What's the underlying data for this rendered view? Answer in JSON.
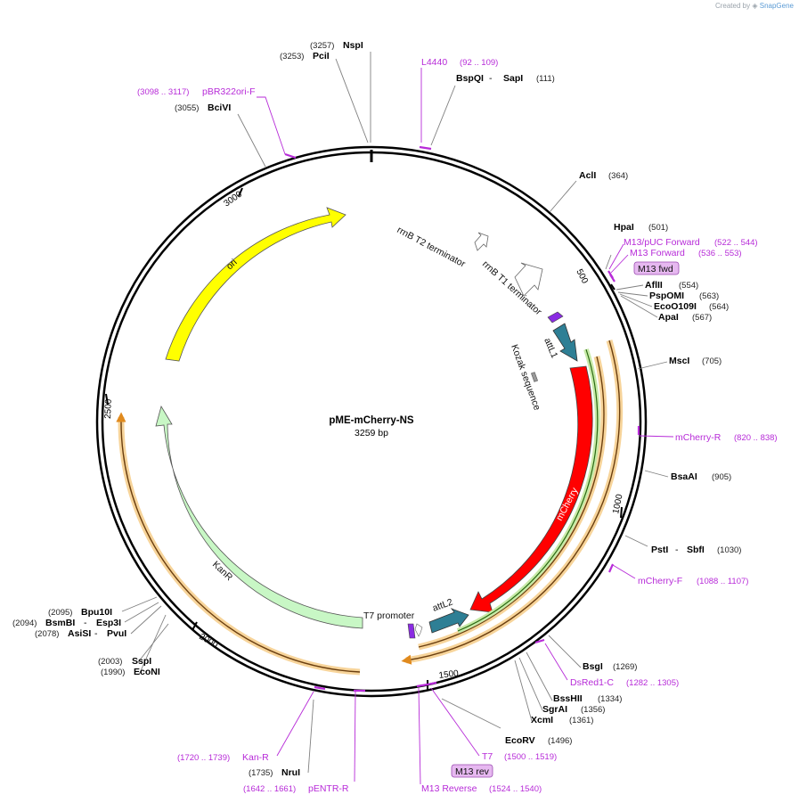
{
  "credit": {
    "prefix": "Created by",
    "brand": "SnapGene"
  },
  "plasmid": {
    "name": "pME-mCherry-NS",
    "length_label": "3259 bp"
  },
  "ticks": [
    "500",
    "1000",
    "1500",
    "2000",
    "2500",
    "3000"
  ],
  "features": {
    "ori": "ori",
    "kanr": "KanR",
    "mcherry": "mCherry",
    "attl1": "attL1",
    "attl2": "attL2",
    "kozak": "Kozak sequence",
    "rrnb_t2": "rrnB T2 terminator",
    "rrnb_t1": "rrnB T1 terminator",
    "t7_promoter": "T7 promoter"
  },
  "enzymes": [
    {
      "id": "nspi",
      "name": "NspI",
      "pos": "(3257)"
    },
    {
      "id": "pcii",
      "name": "PciI",
      "pos": "(3253)"
    },
    {
      "id": "bspqi",
      "name": "BspQI",
      "sep": " - ",
      "name2": "SapI",
      "pos": "(111)"
    },
    {
      "id": "bcivi",
      "name": "BciVI",
      "pos": "(3055)"
    },
    {
      "id": "acli",
      "name": "AclI",
      "pos": "(364)"
    },
    {
      "id": "hpai",
      "name": "HpaI",
      "pos": "(501)"
    },
    {
      "id": "aflii",
      "name": "AflII",
      "pos": "(554)"
    },
    {
      "id": "pspomi",
      "name": "PspOMI",
      "pos": "(563)"
    },
    {
      "id": "ecoo109i",
      "name": "EcoO109I",
      "pos": "(564)"
    },
    {
      "id": "apai",
      "name": "ApaI",
      "pos": "(567)"
    },
    {
      "id": "msci",
      "name": "MscI",
      "pos": "(705)"
    },
    {
      "id": "bsaai",
      "name": "BsaAI",
      "pos": "(905)"
    },
    {
      "id": "psti",
      "name": "PstI",
      "sep": " - ",
      "name2": "SbfI",
      "pos": "(1030)"
    },
    {
      "id": "bsgi",
      "name": "BsgI",
      "pos": "(1269)"
    },
    {
      "id": "bsshii",
      "name": "BssHII",
      "pos": "(1334)"
    },
    {
      "id": "sgrai",
      "name": "SgrAI",
      "pos": "(1356)"
    },
    {
      "id": "xcmi",
      "name": "XcmI",
      "pos": "(1361)"
    },
    {
      "id": "ecorv",
      "name": "EcoRV",
      "pos": "(1496)"
    },
    {
      "id": "nrui",
      "name": "NruI",
      "pos": "(1735)"
    },
    {
      "id": "sspi",
      "name": "SspI",
      "pos": "(2003)"
    },
    {
      "id": "econi",
      "name": "EcoNI",
      "pos": "(1990)"
    },
    {
      "id": "bpu10i",
      "name": "Bpu10I",
      "pos": "(2095)"
    },
    {
      "id": "bsmbi",
      "name": "BsmBI",
      "sep": " - ",
      "name2": "Esp3I",
      "pos": "(2094)"
    },
    {
      "id": "asisi",
      "name": "AsiSI",
      "sep": " - ",
      "name2": "PvuI",
      "pos": "(2078)"
    }
  ],
  "primers": [
    {
      "id": "l4440",
      "name": "L4440",
      "range": "(92 .. 109)"
    },
    {
      "id": "pbr322ori",
      "name": "pBR322ori-F",
      "range": "(3098 .. 3117)"
    },
    {
      "id": "m13puc",
      "name": "M13/pUC Forward",
      "range": "(522 .. 544)"
    },
    {
      "id": "m13fwd",
      "name": "M13 Forward",
      "range": "(536 .. 553)"
    },
    {
      "id": "mcherryr",
      "name": "mCherry-R",
      "range": "(820 .. 838)"
    },
    {
      "id": "mcherryf",
      "name": "mCherry-F",
      "range": "(1088 .. 1107)"
    },
    {
      "id": "dsred1c",
      "name": "DsRed1-C",
      "range": "(1282 .. 1305)"
    },
    {
      "id": "t7",
      "name": "T7",
      "range": "(1500 .. 1519)"
    },
    {
      "id": "m13rev",
      "name": "M13 Reverse",
      "range": "(1524 .. 1540)"
    },
    {
      "id": "kanr_p",
      "name": "Kan-R",
      "range": "(1720 .. 1739)"
    },
    {
      "id": "pentrr",
      "name": "pENTR-R",
      "range": "(1642 .. 1661)"
    }
  ],
  "badges": {
    "m13_fwd": "M13 fwd",
    "m13_rev": "M13 rev"
  },
  "colors": {
    "primer": "#b72bd8",
    "ori": "#ffff00",
    "kanr": "#c8f7c5",
    "mcherry": "#ff0000",
    "att": "#2e7f95",
    "orf_orange": "#e08a1e",
    "orf_green": "#3a9a1e",
    "badge_fill": "#e6b8f0"
  }
}
